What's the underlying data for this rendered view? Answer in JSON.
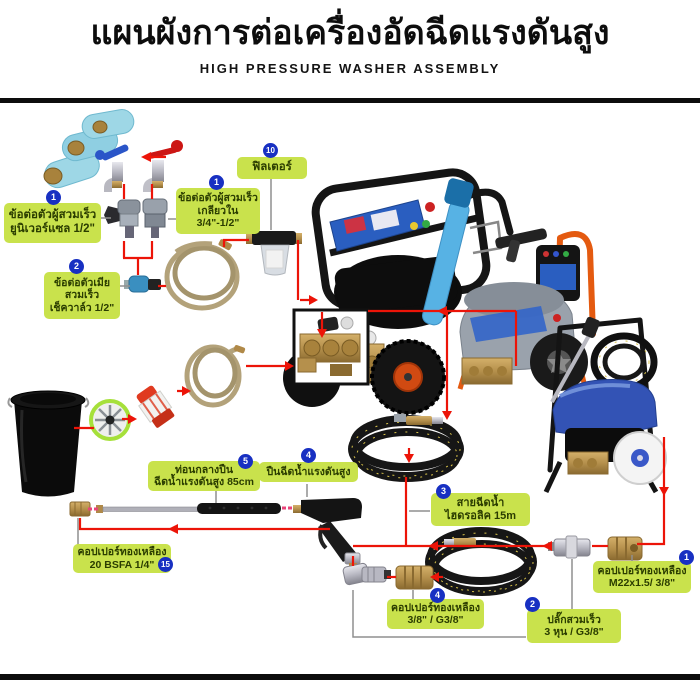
{
  "header": {
    "title": "แผนผังการต่อเครื่องอัดฉีดแรงดันสูง",
    "subtitle": "HIGH PRESSURE WASHER ASSEMBLY"
  },
  "labels": {
    "male_universal": {
      "num": "1",
      "lines": [
        "ข้อต่อตัวผู้สวมเร็ว",
        "ยูนิเวอร์แซล 1/2\""
      ]
    },
    "male_thread": {
      "num": "1",
      "lines": [
        "ข้อต่อตัวผู้สวมเร็ว",
        "เกลียวใน",
        "3/4\"-1/2\""
      ]
    },
    "female_check": {
      "num": "2",
      "lines": [
        "ข้อต่อตัวเมีย",
        "สวมเร็ว",
        "เช็ควาล์ว 1/2\""
      ]
    },
    "filter": {
      "num": "10",
      "lines": [
        "ฟิลเตอร์"
      ]
    },
    "lance_mid": {
      "num": "5",
      "lines": [
        "ท่อนกลางปืน",
        "ฉีดน้ำแรงดันสูง 85cm"
      ]
    },
    "spray_gun": {
      "num": "4",
      "lines": [
        "ปืนฉีดน้ำแรงดันสูง"
      ]
    },
    "hydraulic_hose": {
      "num": "3",
      "lines": [
        "สายฉีดน้ำ",
        "ไฮดรอลิค 15m"
      ]
    },
    "copper_bsfa": {
      "num": "15",
      "lines": [
        "คอปเปอร์ทองเหลือง",
        "20 BSFA 1/4\""
      ]
    },
    "copper_g38": {
      "num": "4",
      "lines": [
        "คอปเปอร์ทองเหลือง",
        "3/8\" / G3/8\""
      ]
    },
    "quick_plug": {
      "num": "2",
      "lines": [
        "ปลั๊กสวมเร็ว",
        "3 หุน / G3/8\""
      ]
    },
    "copper_m22": {
      "num": "1",
      "lines": [
        "คอปเปอร์ทองเหลือง",
        "M22x1.5/ 3/8\""
      ]
    }
  },
  "colors": {
    "label_bg": "#c9e24c",
    "badge_blue": "#1830c2",
    "line_red": "#ec1408",
    "frame_orange": "#e45a10",
    "holster_blue": "#57b2e4",
    "cowl_blue": "#3353b5"
  }
}
